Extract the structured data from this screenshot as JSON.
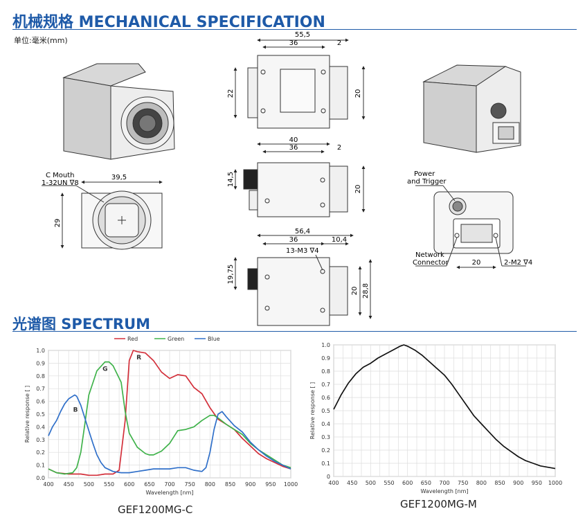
{
  "header": {
    "mech_title": "机械规格 MECHANICAL SPECIFICATION",
    "unit": "单位:毫米(mm)",
    "spec_title": "光谱图   SPECTRUM"
  },
  "drawing": {
    "front": {
      "width": "39,5",
      "height": "29",
      "mount_label_1": "C Mouth",
      "mount_label_2": "1-32UN ∇8"
    },
    "top": {
      "overall": "55,5",
      "body": "36",
      "offset": "2",
      "left_h": "22",
      "right_h": "20"
    },
    "middle": {
      "overall": "40",
      "body": "36",
      "offset": "2",
      "left_h": "14,5",
      "right_h": "20"
    },
    "bottom": {
      "overall": "56,4",
      "body": "36",
      "offset": "10,4",
      "holes": "13-M3 ∇4",
      "left_h": "19,75",
      "right_h1": "20",
      "right_h2": "28,8"
    },
    "back": {
      "power": "Power",
      "trigger": "and Trigger",
      "network": "Network",
      "connector": "Connector",
      "width": "20",
      "screws": "2-M2 ∇4"
    }
  },
  "chart_data": [
    {
      "type": "line",
      "legend": [
        "Red",
        "Green",
        "Blue"
      ],
      "legend_position": "top",
      "xlabel": "Wavelength [nm]",
      "ylabel": "Relative response [ ]",
      "xlim": [
        400,
        1000
      ],
      "ylim": [
        0,
        1.0
      ],
      "xticks": [
        "400",
        "450",
        "500",
        "550",
        "600",
        "650",
        "700",
        "750",
        "800",
        "850",
        "900",
        "950",
        "1000"
      ],
      "yticks": [
        "0.0",
        "0.1",
        "0.2",
        "0.3",
        "0.4",
        "0.5",
        "0.6",
        "0.7",
        "0.8",
        "0.9",
        "1.0"
      ],
      "grid": true,
      "annotations": [
        "R",
        "G",
        "B"
      ],
      "caption": "GEF1200MG-C",
      "series": [
        {
          "name": "Red",
          "color": "#d32f3a",
          "x": [
            400,
            420,
            450,
            480,
            500,
            520,
            540,
            560,
            575,
            590,
            600,
            610,
            620,
            640,
            660,
            680,
            700,
            720,
            740,
            760,
            780,
            800,
            820,
            840,
            860,
            880,
            900,
            920,
            940,
            960,
            980,
            1000
          ],
          "y": [
            0.07,
            0.04,
            0.03,
            0.03,
            0.02,
            0.02,
            0.03,
            0.03,
            0.06,
            0.45,
            0.92,
            1.0,
            0.99,
            0.98,
            0.92,
            0.83,
            0.78,
            0.81,
            0.8,
            0.71,
            0.66,
            0.55,
            0.46,
            0.42,
            0.38,
            0.31,
            0.25,
            0.19,
            0.15,
            0.12,
            0.09,
            0.07
          ]
        },
        {
          "name": "Green",
          "color": "#3fb24a",
          "x": [
            400,
            420,
            440,
            460,
            470,
            480,
            490,
            500,
            520,
            540,
            550,
            560,
            580,
            590,
            600,
            620,
            640,
            650,
            660,
            680,
            700,
            720,
            740,
            760,
            780,
            800,
            810,
            820,
            840,
            860,
            880,
            900,
            920,
            940,
            960,
            980,
            1000
          ],
          "y": [
            0.07,
            0.04,
            0.03,
            0.04,
            0.08,
            0.2,
            0.42,
            0.65,
            0.84,
            0.91,
            0.91,
            0.88,
            0.75,
            0.52,
            0.35,
            0.24,
            0.19,
            0.18,
            0.18,
            0.21,
            0.27,
            0.37,
            0.38,
            0.4,
            0.45,
            0.49,
            0.49,
            0.47,
            0.42,
            0.38,
            0.34,
            0.27,
            0.22,
            0.18,
            0.14,
            0.1,
            0.08
          ]
        },
        {
          "name": "Blue",
          "color": "#2f6fc9",
          "x": [
            400,
            410,
            420,
            430,
            440,
            450,
            460,
            465,
            470,
            480,
            490,
            500,
            510,
            520,
            530,
            540,
            560,
            580,
            600,
            620,
            640,
            660,
            680,
            700,
            720,
            740,
            760,
            780,
            790,
            800,
            810,
            820,
            830,
            840,
            860,
            880,
            900,
            920,
            940,
            960,
            980,
            1000
          ],
          "y": [
            0.33,
            0.4,
            0.45,
            0.52,
            0.58,
            0.62,
            0.64,
            0.65,
            0.64,
            0.57,
            0.47,
            0.37,
            0.27,
            0.18,
            0.12,
            0.08,
            0.05,
            0.04,
            0.04,
            0.05,
            0.06,
            0.07,
            0.07,
            0.07,
            0.08,
            0.08,
            0.06,
            0.05,
            0.08,
            0.2,
            0.38,
            0.5,
            0.52,
            0.48,
            0.41,
            0.36,
            0.28,
            0.22,
            0.17,
            0.13,
            0.1,
            0.07
          ]
        }
      ]
    },
    {
      "type": "line",
      "xlabel": "Wavelength [nm]",
      "ylabel": "Relative response [ ]",
      "xlim": [
        400,
        1000
      ],
      "ylim": [
        0,
        1.0
      ],
      "xticks": [
        "400",
        "450",
        "500",
        "550",
        "600",
        "650",
        "700",
        "750",
        "800",
        "850",
        "900",
        "950",
        "1000"
      ],
      "yticks": [
        "0",
        "0.1",
        "0.2",
        "0.3",
        "0.4",
        "0.5",
        "0.6",
        "0.7",
        "0.8",
        "0.9",
        "1.0"
      ],
      "grid": true,
      "caption": "GEF1200MG-M",
      "series": [
        {
          "color": "#111111",
          "x": [
            400,
            420,
            440,
            460,
            480,
            500,
            520,
            540,
            560,
            580,
            590,
            600,
            620,
            640,
            660,
            680,
            700,
            720,
            740,
            760,
            780,
            800,
            820,
            840,
            860,
            880,
            900,
            920,
            940,
            960,
            980,
            1000
          ],
          "y": [
            0.51,
            0.62,
            0.71,
            0.78,
            0.83,
            0.86,
            0.9,
            0.93,
            0.96,
            0.99,
            1.0,
            0.99,
            0.96,
            0.92,
            0.87,
            0.82,
            0.77,
            0.7,
            0.62,
            0.54,
            0.46,
            0.4,
            0.34,
            0.28,
            0.23,
            0.19,
            0.15,
            0.12,
            0.1,
            0.08,
            0.07,
            0.06
          ]
        }
      ]
    }
  ]
}
